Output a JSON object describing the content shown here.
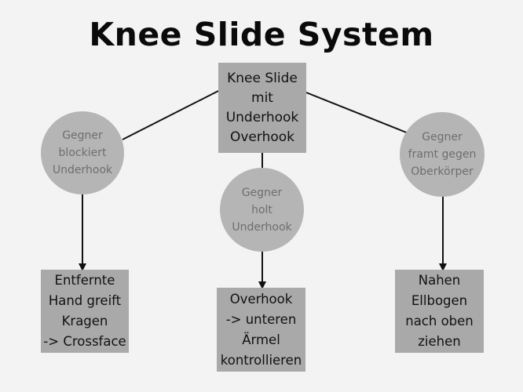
{
  "title": "Knee Slide System",
  "root": {
    "label": "Knee Slide\nmit\nUnderhook\nOverhook"
  },
  "conditions": [
    {
      "label": "Gegner\nblockiert\nUnderhook"
    },
    {
      "label": "Gegner\nholt\nUnderhook"
    },
    {
      "label": "Gegner\nframt gegen\nOberkörper"
    }
  ],
  "actions": [
    {
      "label": "Entfernte\nHand greift\nKragen\n-> Crossface"
    },
    {
      "label": "Overhook\n-> unteren\nÄrmel\nkontrollieren"
    },
    {
      "label": "Nahen\nEllbogen\nnach oben\nziehen"
    }
  ],
  "colors": {
    "box": "#a9a9a9",
    "circle": "#b5b5b5",
    "line": "#111111",
    "background": "#f3f3f3"
  }
}
